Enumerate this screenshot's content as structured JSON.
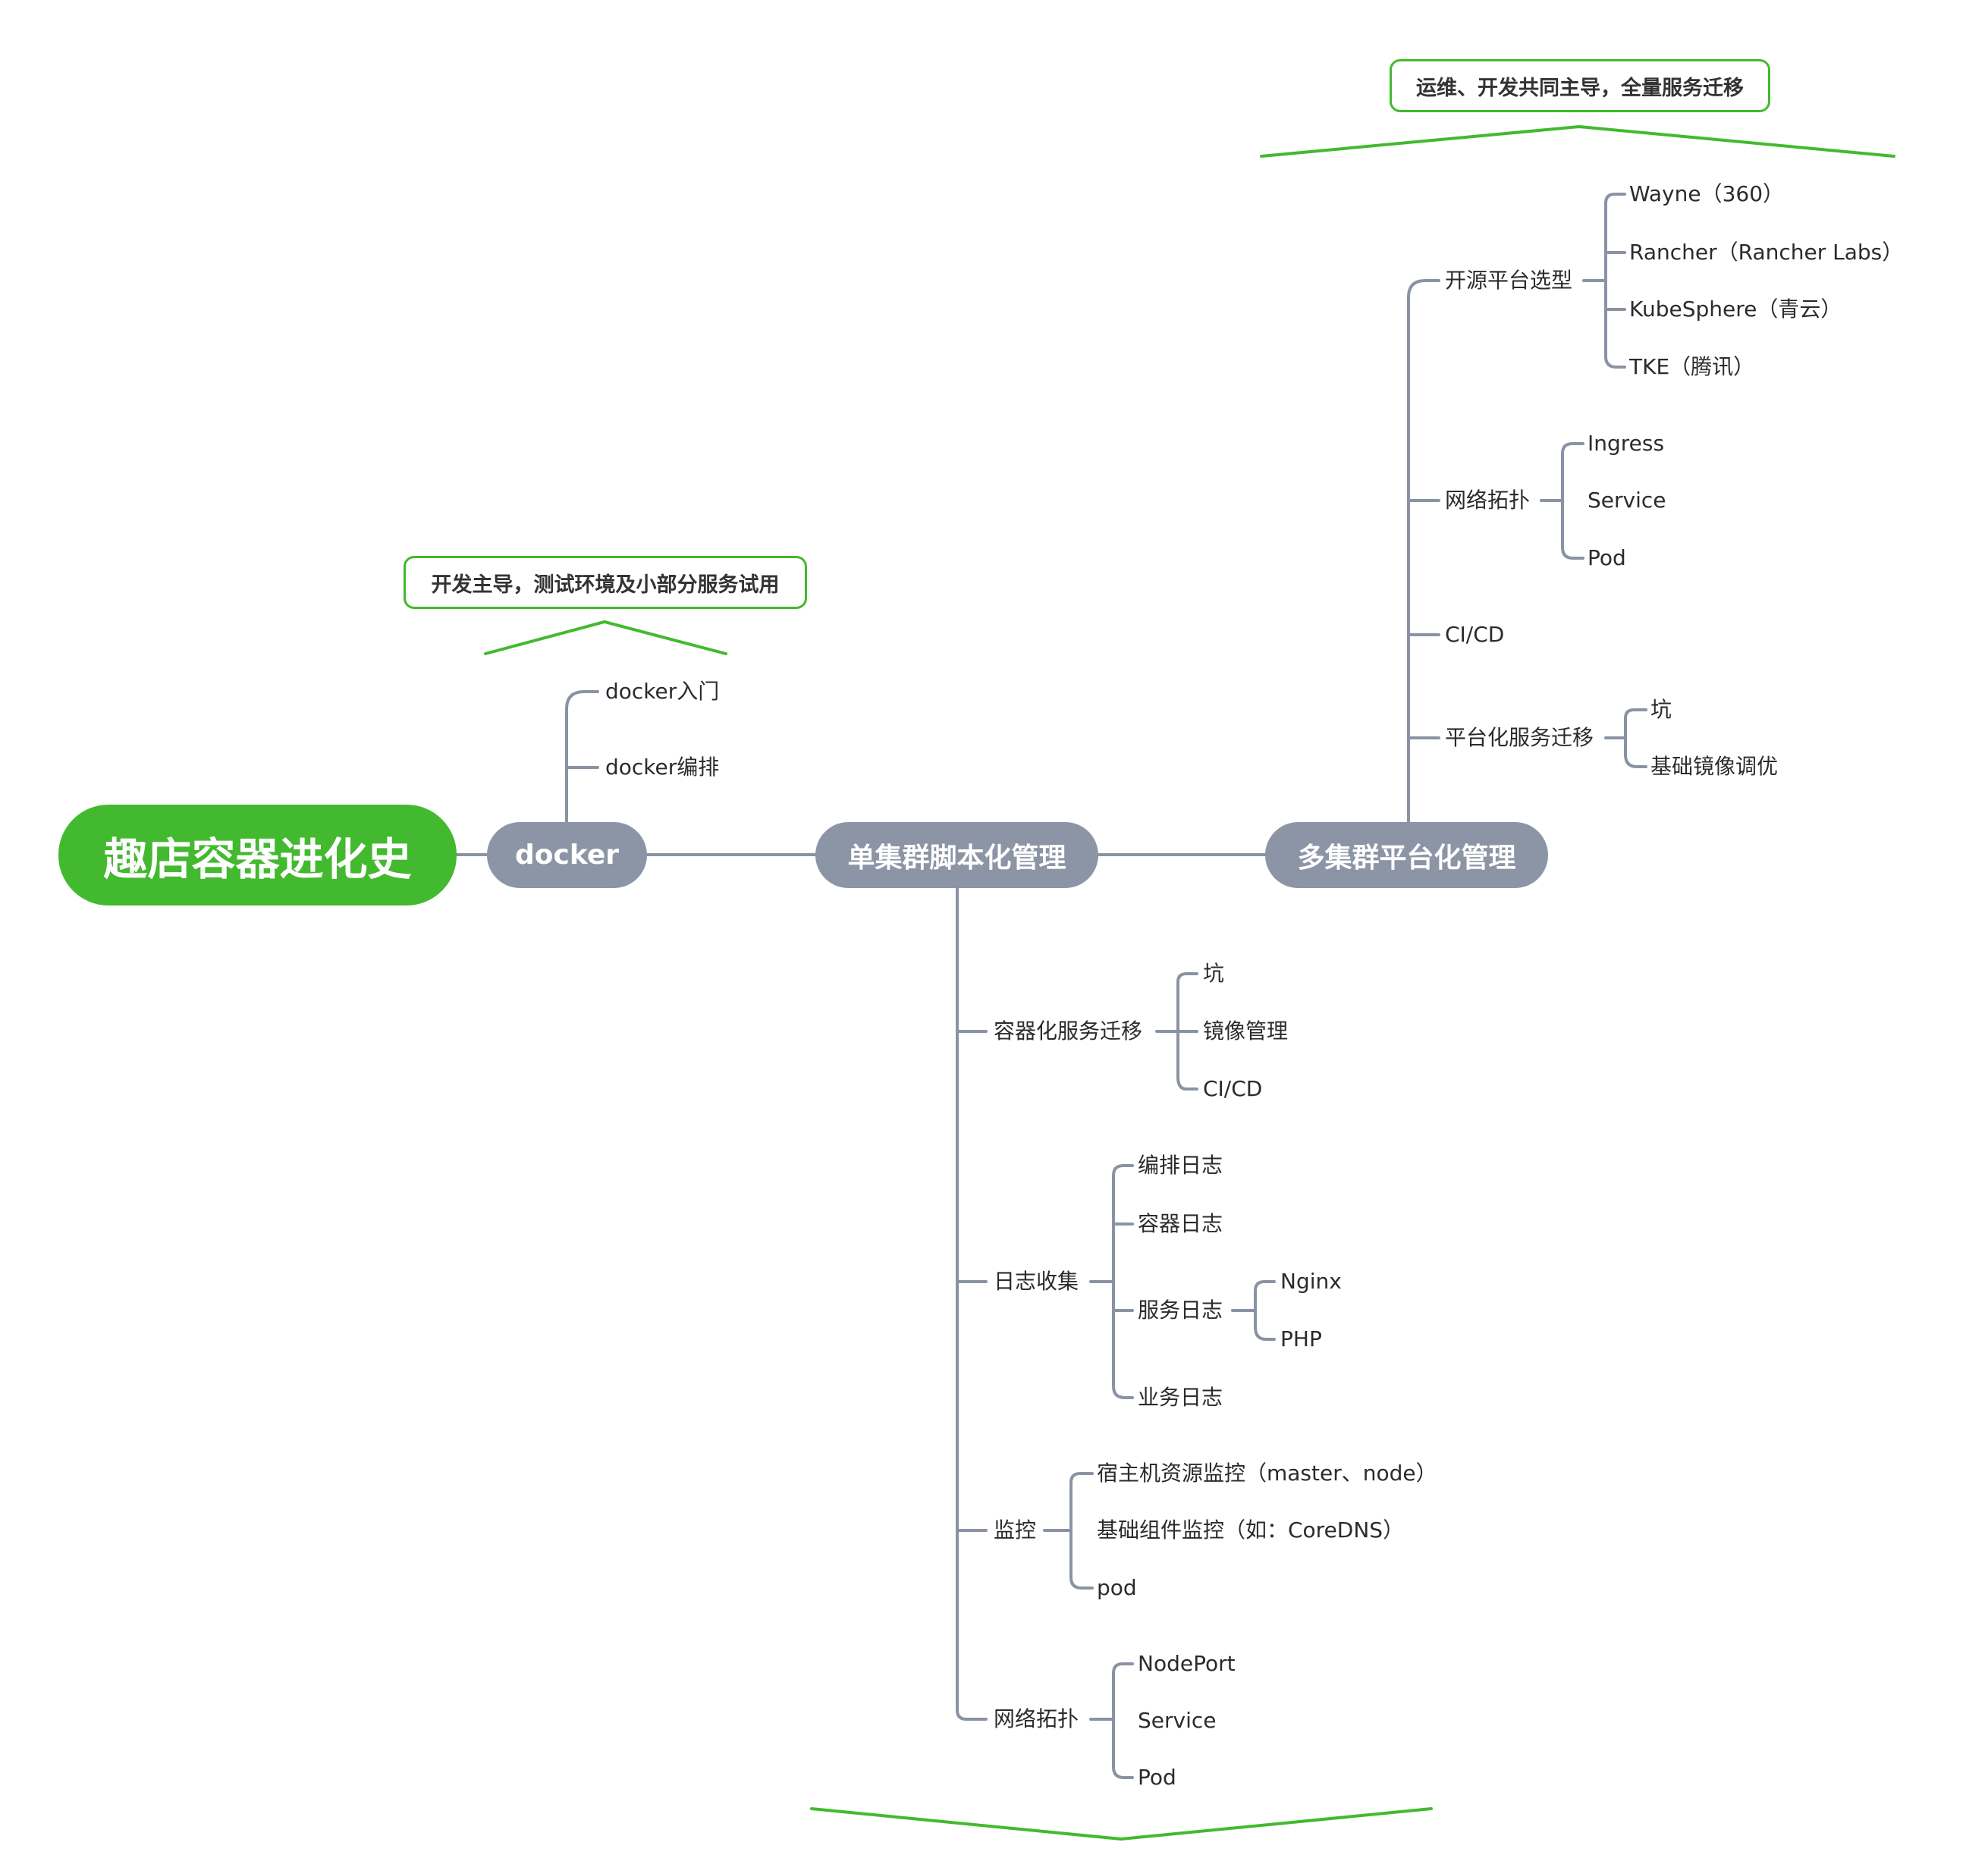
{
  "colors": {
    "accent_green": "#43b92f",
    "node_gray": "#8c95a5",
    "line_gray": "#8a93a4",
    "text": "#2b2b2b"
  },
  "root": {
    "title": "趣店容器进化史"
  },
  "callouts": {
    "docker": "开发主导，测试环境及小部分服务试用",
    "multi": "运维、开发共同主导，全量服务迁移"
  },
  "stages": {
    "docker": {
      "title": "docker",
      "items": [
        "docker入门",
        "docker编排"
      ]
    },
    "single": {
      "title": "单集群脚本化管理",
      "migration": {
        "label": "容器化服务迁移",
        "children": [
          "坑",
          "镜像管理",
          "CI/CD"
        ]
      },
      "logs": {
        "label": "日志收集",
        "children": [
          "编排日志",
          "容器日志",
          "服务日志",
          "业务日志"
        ],
        "service_children": [
          "Nginx",
          "PHP"
        ]
      },
      "monitor": {
        "label": "监控",
        "children": [
          "宿主机资源监控（master、node）",
          "基础组件监控（如：CoreDNS）",
          "pod"
        ]
      },
      "network": {
        "label": "网络拓扑",
        "children": [
          "NodePort",
          "Service",
          "Pod"
        ]
      }
    },
    "multi": {
      "title": "多集群平台化管理",
      "platform": {
        "label": "开源平台选型",
        "children": [
          "Wayne（360）",
          "Rancher（Rancher Labs）",
          "KubeSphere（青云）",
          "TKE（腾讯）"
        ]
      },
      "network": {
        "label": "网络拓扑",
        "children": [
          "Ingress",
          "Service",
          "Pod"
        ]
      },
      "cicd": {
        "label": "CI/CD"
      },
      "migration": {
        "label": "平台化服务迁移",
        "children": [
          "坑",
          "基础镜像调优"
        ]
      }
    }
  }
}
